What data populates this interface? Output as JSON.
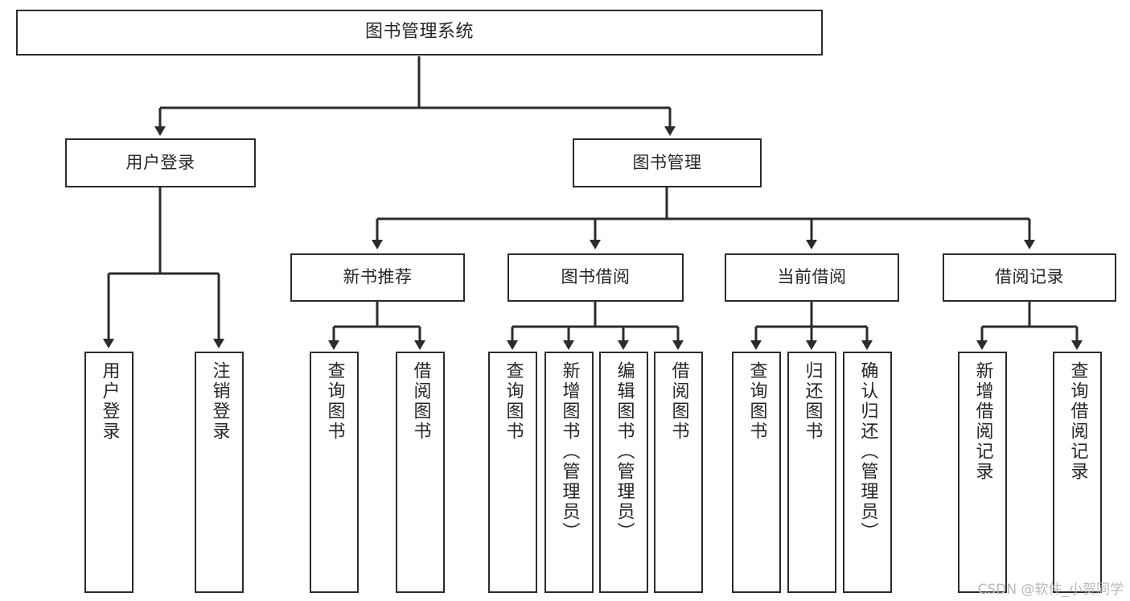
{
  "diagram": {
    "title": "图书管理系统",
    "type": "tree-hierarchy-chart",
    "root": {
      "id": "root",
      "label": "图书管理系统"
    },
    "level2": [
      {
        "id": "user-login",
        "label": "用户登录"
      },
      {
        "id": "book-manage",
        "label": "图书管理"
      }
    ],
    "level3": [
      {
        "id": "new-book-rec",
        "label": "新书推荐"
      },
      {
        "id": "book-borrow",
        "label": "图书借阅"
      },
      {
        "id": "current-borrow",
        "label": "当前借阅"
      },
      {
        "id": "borrow-record",
        "label": "借阅记录"
      }
    ],
    "leaves": {
      "user_login": [
        {
          "id": "leaf-user-login",
          "label": "用户登录"
        },
        {
          "id": "leaf-logout",
          "label": "注销登录"
        }
      ],
      "new_book_rec": [
        {
          "id": "leaf-query-book-1",
          "label": "查询图书"
        },
        {
          "id": "leaf-borrow-book-1",
          "label": "借阅图书"
        }
      ],
      "book_borrow": [
        {
          "id": "leaf-query-book-2",
          "label": "查询图书"
        },
        {
          "id": "leaf-add-book",
          "label": "新增图书（管理员）"
        },
        {
          "id": "leaf-edit-book",
          "label": "编辑图书（管理员）"
        },
        {
          "id": "leaf-borrow-book-2",
          "label": "借阅图书"
        }
      ],
      "current_borrow": [
        {
          "id": "leaf-query-book-3",
          "label": "查询图书"
        },
        {
          "id": "leaf-return-book",
          "label": "归还图书"
        },
        {
          "id": "leaf-confirm-return",
          "label": "确认归还（管理员）"
        }
      ],
      "borrow_record": [
        {
          "id": "leaf-add-record",
          "label": "新增借阅记录"
        },
        {
          "id": "leaf-query-record",
          "label": "查询借阅记录"
        }
      ]
    }
  },
  "watermark": {
    "text": "CSDN @软件_小贺同学"
  },
  "colors": {
    "border": "#2b2b2b",
    "text": "#262626",
    "background": "#ffffff",
    "watermark": "#b9b9b9"
  }
}
